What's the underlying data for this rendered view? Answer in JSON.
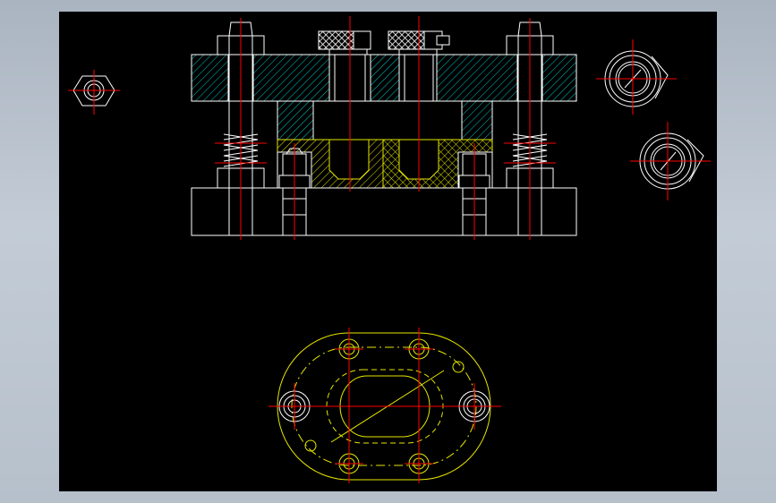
{
  "viewer": {
    "background": "#000000",
    "frame_color": "#b8c2cd"
  },
  "drawing": {
    "type": "cad-mechanical-assembly",
    "views": [
      "front-section-view",
      "plan-view",
      "side-detail-views"
    ],
    "line_colors": {
      "outline": "#ffffff",
      "centerline": "#ff0000",
      "hatch_upper": "#00c8c8",
      "hatch_lower": "#e6e600",
      "hidden": "#e6e600"
    },
    "components": [
      "upper-die-plate",
      "lower-die-plate",
      "punch-holder",
      "guide-bolt-left",
      "guide-bolt-right",
      "spring-left",
      "spring-right",
      "knurled-nut-left",
      "knurled-nut-right",
      "hex-nut",
      "cam-bushing",
      "oval-flange"
    ]
  }
}
